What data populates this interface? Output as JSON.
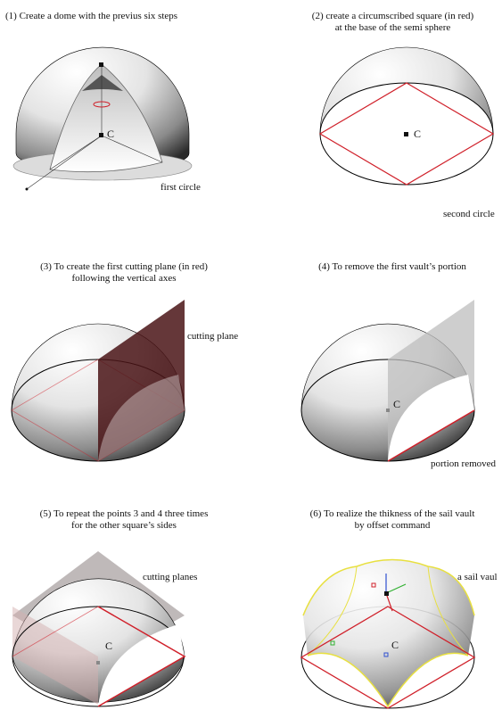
{
  "panels": [
    {
      "caption": [
        "(1) Create a dome with the previus six steps"
      ],
      "labels": {
        "c": "C",
        "note": "first circle"
      }
    },
    {
      "caption": [
        "(2) create a circumscribed square (in red)",
        "at the base of the semi sphere"
      ],
      "labels": {
        "c": "C",
        "note": "second circle"
      }
    },
    {
      "caption": [
        "(3) To create the first cutting plane (in red)",
        "following the vertical axes"
      ],
      "labels": {
        "note": "cutting plane"
      }
    },
    {
      "caption": [
        "(4) To remove the first vault’s portion"
      ],
      "labels": {
        "c": "C",
        "note": "portion removed"
      }
    },
    {
      "caption": [
        "(5) To repeat the points 3 and 4 three times",
        "for the other square’s sides"
      ],
      "labels": {
        "c": "C",
        "note": "cutting planes"
      }
    },
    {
      "caption": [
        "(6) To realize the thikness of the sail vault",
        "by offset command"
      ],
      "labels": {
        "c": "C",
        "note": "a sail vaul"
      }
    }
  ],
  "colors": {
    "square": "#d0202a",
    "plane": "#4a1416",
    "vault": "#e8e040",
    "outline": "#000000"
  }
}
